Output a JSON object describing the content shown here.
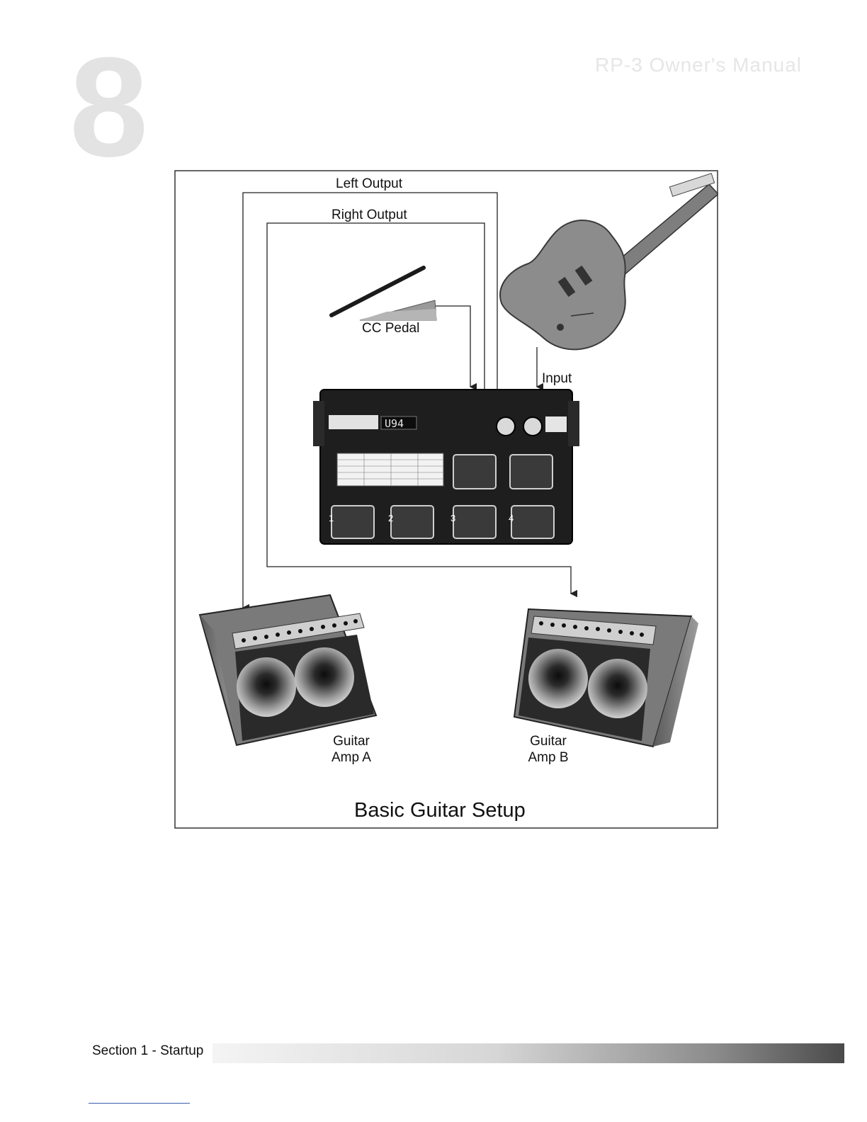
{
  "header": {
    "page_number": "8",
    "manual_title": "RP-3 Owner's Manual"
  },
  "diagram": {
    "labels": {
      "left_output": "Left Output",
      "right_output": "Right Output",
      "cc_pedal": "CC Pedal",
      "input": "Input",
      "amp_a_line1": "Guitar",
      "amp_a_line2": "Amp A",
      "amp_b_line1": "Guitar",
      "amp_b_line2": "Amp B"
    },
    "caption": "Basic Guitar Setup",
    "device": {
      "display": "U94",
      "footswitches": [
        "1",
        "2",
        "3",
        "4"
      ]
    }
  },
  "footer": {
    "section": "Section 1 - Startup"
  }
}
